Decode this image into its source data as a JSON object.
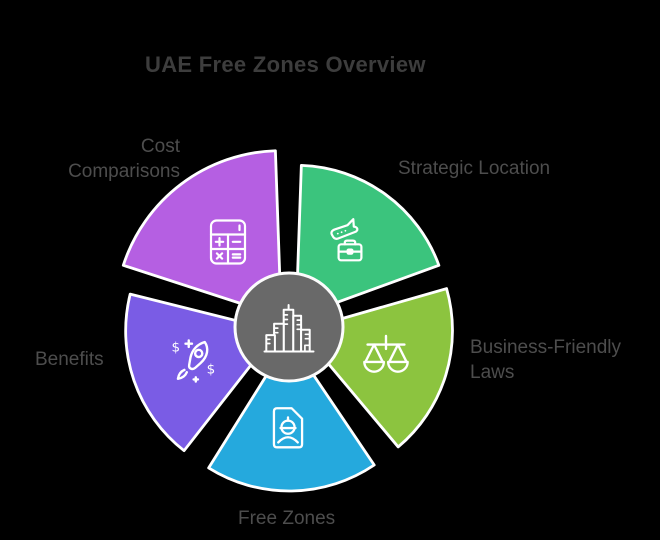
{
  "title": "UAE Free Zones Overview",
  "colors": {
    "background": "#000000",
    "title_text": "#3d3d3d",
    "label_text": "#4d4d4d",
    "wedge_outline": "#ffffff",
    "icon_stroke": "#ffffff",
    "center_fill": "#696969"
  },
  "center": {
    "icon": "city-skyline-icon"
  },
  "segments": [
    {
      "id": "cost-comparisons",
      "label": "Cost Comparisons",
      "color": "#b55fe2",
      "icon": "calculator-icon"
    },
    {
      "id": "strategic-location",
      "label": "Strategic Location",
      "color": "#3bc47d",
      "icon": "plane-briefcase-icon"
    },
    {
      "id": "business-friendly-laws",
      "label": "Business-Friendly Laws",
      "color": "#8cc43f",
      "icon": "scales-icon"
    },
    {
      "id": "free-zones",
      "label": "Free Zones",
      "color": "#25a9dd",
      "icon": "worker-document-icon"
    },
    {
      "id": "benefits",
      "label": "Benefits",
      "color": "#7a5ce5",
      "icon": "rocket-dollar-icon"
    }
  ]
}
